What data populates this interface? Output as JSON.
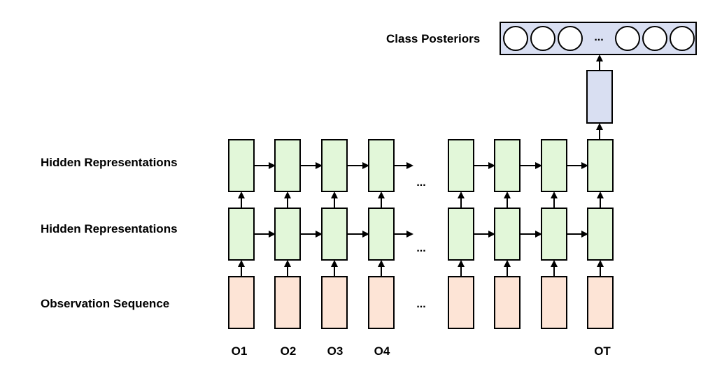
{
  "labels": {
    "class_posteriors": "Class Posteriors",
    "hidden_upper": "Hidden Representations",
    "hidden_lower": "Hidden Representations",
    "observation": "Observation Sequence"
  },
  "observations": [
    "O1",
    "O2",
    "O3",
    "O4",
    "OT"
  ],
  "ellipsis": "...",
  "posterior_ellipsis": "...",
  "colors": {
    "hidden": "#e2f7d9",
    "observation": "#fde4d6",
    "output": "#d9dff2",
    "posterior_bar": "#d9dff2",
    "line": "#000000"
  }
}
